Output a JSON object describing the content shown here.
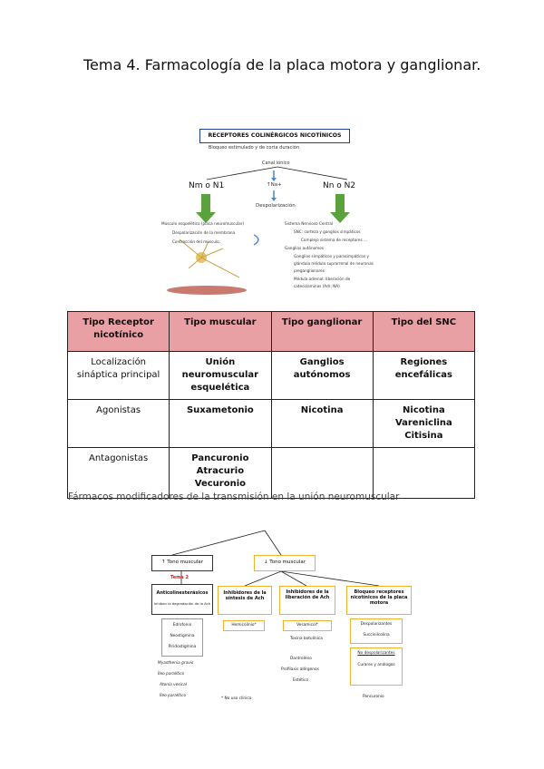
{
  "page": {
    "title": "Tema 4. Farmacología de la placa motora y ganglionar.",
    "section_heading": "Fármacos modificadores de la transmisión en la unión neuromuscular"
  },
  "diagram_receptors": {
    "title": "RECEPTORES COLINÉRGICOS NICOTÍNICOS",
    "subtitle": "Bloqueo estimulado y de corta duración",
    "center_top": "Canal iónico",
    "center_arrow": "↑Na+",
    "center_bottom": "Despolarización",
    "left_node": "Nm o N1",
    "right_node": "Nn o N2",
    "left_notes": [
      "Músculo esquelético (placa neuromuscular)",
      "Despolarización de la membrana",
      "Contracción del músculo."
    ],
    "right_notes": [
      "Sistema Nervioso Central",
      "SNC: corteza y ganglios simpáticos",
      "Complejo sistema de receptores ...",
      "Ganglios autónomos",
      "Ganglios simpáticos y parasimpáticos y",
      "glándula médula suprarrenal de neuronas",
      "preganglionares",
      "Médula adrenal: liberación de",
      "catecolaminas (Adr, NA)"
    ],
    "colors": {
      "title_border": "#1f3f8f",
      "arrow_green": "#5aa33c",
      "arrow_blue": "#4f86c6"
    }
  },
  "table": {
    "headers": [
      "Tipo Receptor nicotínico",
      "Tipo muscular",
      "Tipo ganglionar",
      "Tipo del SNC"
    ],
    "rows": [
      {
        "label": "Localización sináptica principal",
        "muscular": "Unión neuromuscular esquelética",
        "ganglionar": "Ganglios autónomos",
        "snc": "Regiones encefálicas"
      },
      {
        "label": "Agonistas",
        "muscular": "Suxametonio",
        "ganglionar": "Nicotina",
        "snc": [
          "Nicotina",
          "Vareniclina",
          "Citisina"
        ]
      },
      {
        "label": "Antagonistas",
        "muscular": [
          "Pancuronio",
          "Atracurio",
          "Vecuronio"
        ],
        "ganglionar": "",
        "snc": ""
      }
    ],
    "header_color": "#e8a0a5"
  },
  "diagram_nmj": {
    "left_box": "↑ Tono muscular",
    "left_tag": "Tema 2",
    "left_sub_title": "Anticolinesterásicos",
    "left_sub_note": "Inhiben la degradación de la Ach",
    "left_drugs": [
      "Edrofonio",
      "Neostigmina",
      "Piridostigmina"
    ],
    "left_uses": [
      "Myasthenia gravis",
      "Íleo paralítico",
      "Atonía vesical",
      "Íleo paralítico"
    ],
    "right_box": "↓ Tono muscular",
    "branches": [
      {
        "title": "Inhibidores de la síntesis de Ach",
        "items": [
          "Hemicolinio*"
        ]
      },
      {
        "title": "Inhibidores de la liberación de Ach",
        "items": [
          "Vesamicol*",
          "Toxina botulínica",
          "Dantroleno",
          "Profilaxis alérgenos",
          "Estético"
        ]
      },
      {
        "title": "Bloqueo receptores nicotínicos de la placa motora",
        "items": [
          "Despolarizantes",
          "Succinilcolina",
          "No despolarizantes",
          "Curares y análogos",
          "Pancuronio"
        ]
      }
    ],
    "footnote": "* No uso clínico",
    "colors": {
      "orange": "#f0b030",
      "red": "#d21f1f"
    }
  }
}
